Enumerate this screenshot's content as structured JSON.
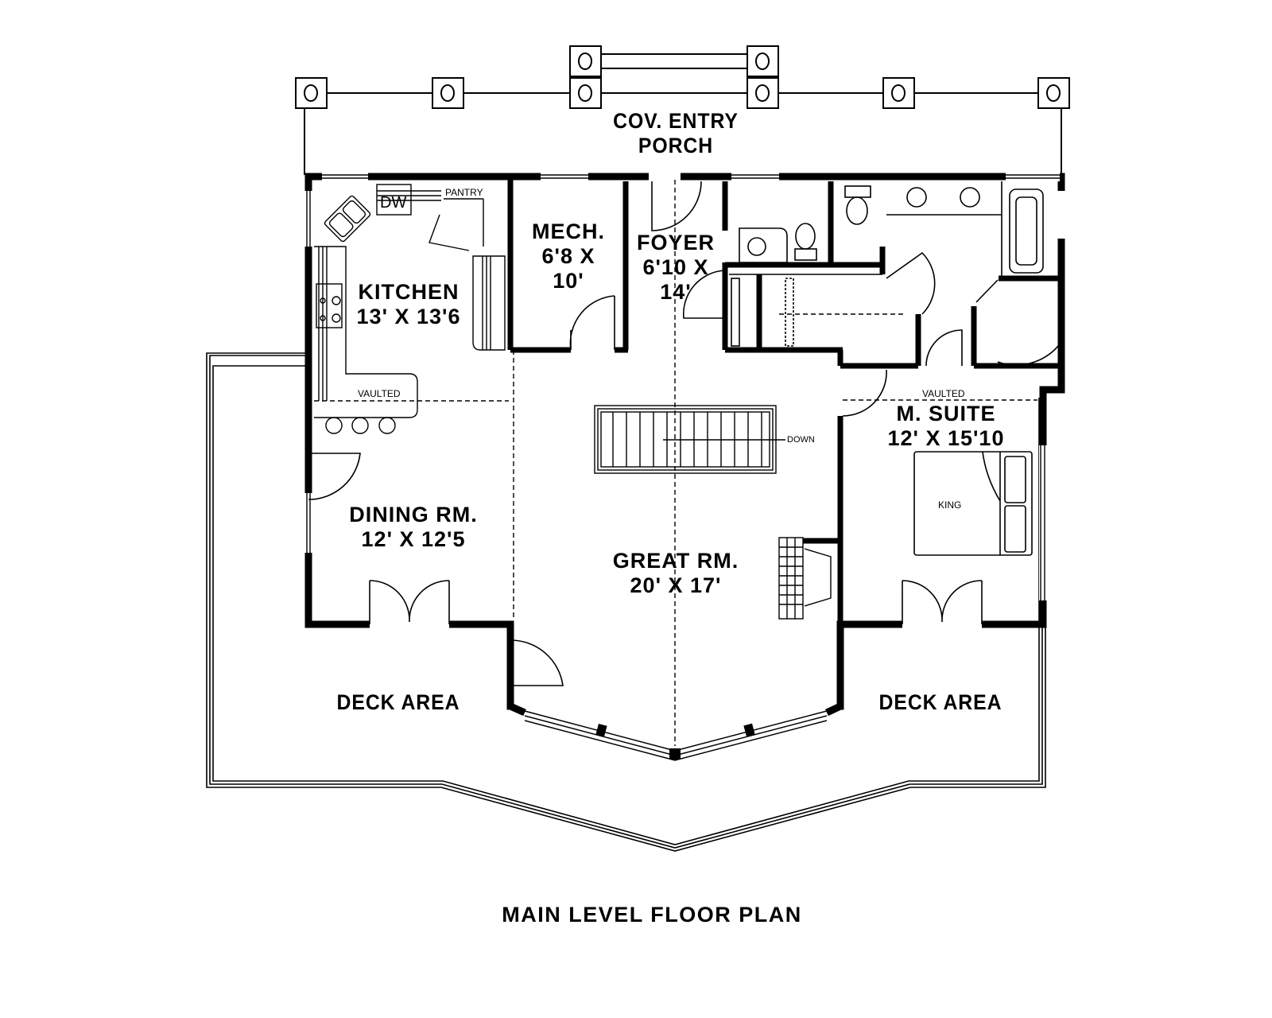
{
  "drawing": {
    "title": "MAIN LEVEL FLOOR PLAN",
    "line_color": "#000000",
    "background_color": "#ffffff"
  },
  "rooms": {
    "porch": {
      "name_line1": "COV. ENTRY",
      "name_line2": "PORCH"
    },
    "kitchen": {
      "name": "KITCHEN",
      "dims": "13' X 13'6"
    },
    "mech": {
      "name": "MECH.",
      "dims_line1": "6'8 X",
      "dims_line2": "10'"
    },
    "foyer": {
      "name": "FOYER",
      "dims_line1": "6'10 X",
      "dims_line2": "14'"
    },
    "dining": {
      "name": "DINING RM.",
      "dims": "12' X 12'5"
    },
    "great": {
      "name": "GREAT RM.",
      "dims": "20' X 17'"
    },
    "msuite": {
      "name": "M. SUITE",
      "dims": "12' X 15'10"
    },
    "deck_left": {
      "name": "DECK AREA"
    },
    "deck_right": {
      "name": "DECK AREA"
    }
  },
  "annotations": {
    "pantry": "PANTRY",
    "dishwasher": "DW",
    "vaulted_kitchen": "VAULTED",
    "vaulted_suite": "VAULTED",
    "stairs": "DOWN",
    "bed": "KING"
  }
}
